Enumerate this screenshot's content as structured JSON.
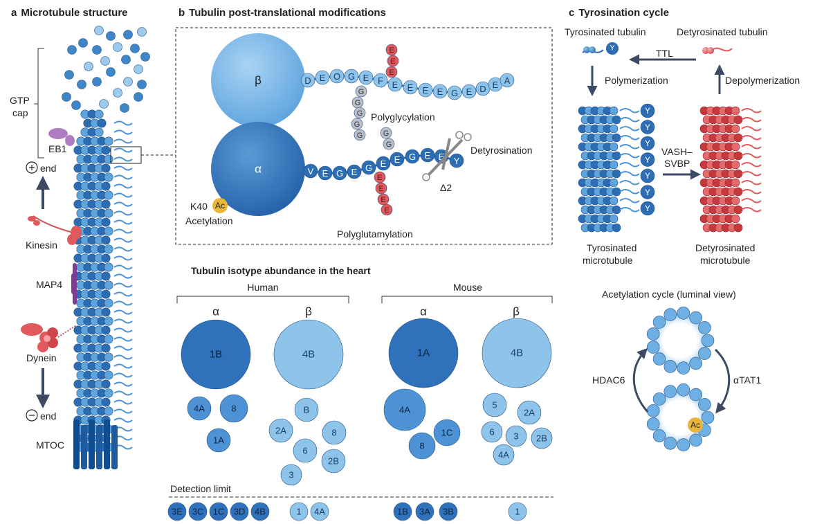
{
  "panel_a": {
    "letter": "a",
    "title": "Microtubule structure",
    "gtp_cap": [
      "GTP",
      "cap"
    ],
    "eb1": "EB1",
    "plus_end": "end",
    "kinesin": "Kinesin",
    "map4": "MAP4",
    "dynein": "Dynein",
    "minus_end": "end",
    "mtoc": "MTOC"
  },
  "panel_b": {
    "letter": "b",
    "title": "Tubulin post-translational modifications",
    "beta": "β",
    "alpha": "α",
    "beta_tail": [
      "D",
      "E",
      "O",
      "G",
      "E",
      "F",
      "E",
      "E",
      "E",
      "E",
      "G",
      "E",
      "D",
      "E",
      "A"
    ],
    "alpha_tail": [
      "V",
      "E",
      "G",
      "E",
      "G",
      "E",
      "E",
      "G",
      "E",
      "E",
      "Y"
    ],
    "polyglycylation": "Polyglycylation",
    "polyglutamylation": "Polyglutamylation",
    "detyrosination": "Detyrosination",
    "delta2": "Δ2",
    "k40": "K40",
    "ac": "Ac",
    "acetylation": "Acetylation",
    "gly_residue": "G",
    "glu_residue": "E"
  },
  "isotype": {
    "title": "Tubulin isotype abundance in the heart",
    "human": "Human",
    "mouse": "Mouse",
    "alpha": "α",
    "beta": "β",
    "human_alpha": [
      "1B",
      "4A",
      "8",
      "1A"
    ],
    "human_beta": [
      "4B",
      "B",
      "2A",
      "8",
      "6",
      "2B",
      "3"
    ],
    "mouse_alpha": [
      "1A",
      "4A",
      "1C",
      "8"
    ],
    "mouse_beta": [
      "4B",
      "5",
      "2A",
      "6",
      "3",
      "2B",
      "4A"
    ],
    "detection_limit": "Detection limit",
    "below_human_alpha": [
      "3E",
      "3C",
      "1C",
      "3D",
      "4B"
    ],
    "below_human_beta": [
      "1",
      "4A"
    ],
    "below_mouse_alpha": [
      "1B",
      "3A",
      "3B"
    ],
    "below_mouse_beta": [
      "1"
    ]
  },
  "panel_c": {
    "letter": "c",
    "title": "Tyrosination cycle",
    "tyrosinated_tubulin": "Tyrosinated tubulin",
    "detyrosinated_tubulin": "Detyrosinated tubulin",
    "ttl": "TTL",
    "polymerization": "Polymerization",
    "depolymerization": "Depolymerization",
    "vash": [
      "VASH–",
      "SVBP"
    ],
    "tyrosinated_mt": [
      "Tyrosinated",
      "microtubule"
    ],
    "detyrosinated_mt": [
      "Detyrosinated",
      "microtubule"
    ],
    "y": "Y",
    "acetylation_cycle": "Acetylation cycle (luminal view)",
    "hdac6": "HDAC6",
    "atat1": "αTAT1",
    "ac": "Ac"
  },
  "colors": {
    "dark_blue": "#2c6db3",
    "mid_blue": "#4a93d6",
    "light_blue": "#8ec3ea",
    "red": "#e0595c",
    "light_red": "#f2a3a5",
    "grey_bead": "#b9bfc8",
    "acetyl": "#e9b63a",
    "eb1": "#b07cc2",
    "map4": "#7d3d94",
    "arrow": "#3d4a63"
  }
}
